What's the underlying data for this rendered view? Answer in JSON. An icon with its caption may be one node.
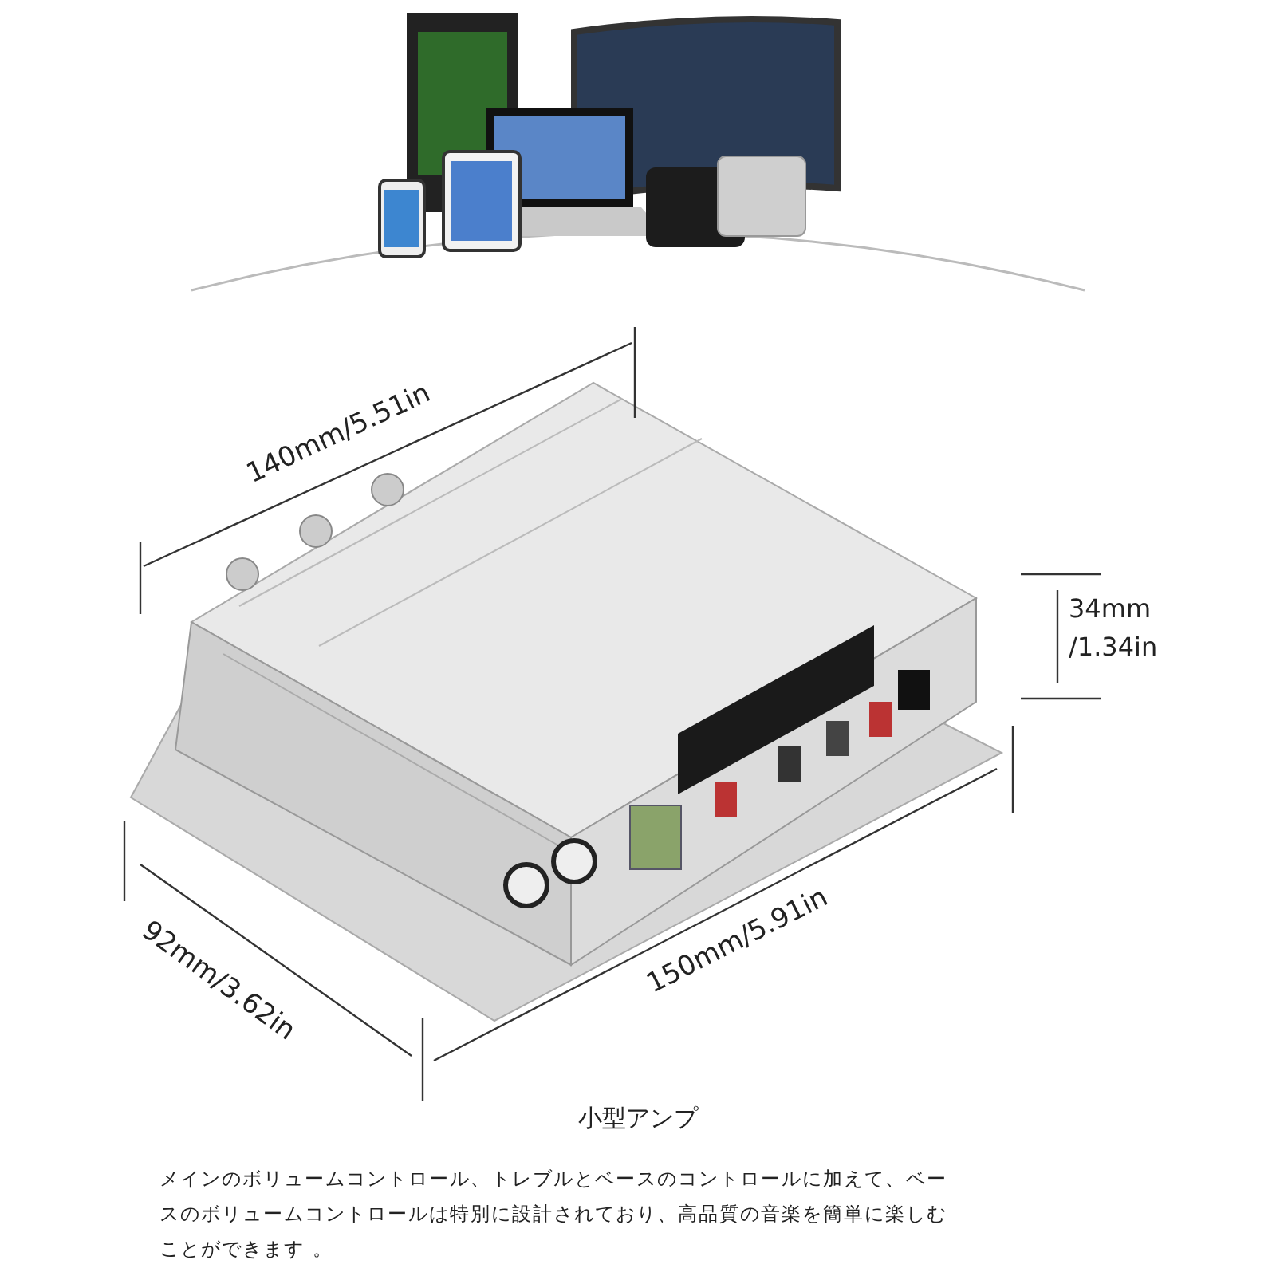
{
  "diagram": {
    "caption": "小型アンプ",
    "labels": [
      "140mm/5.51in",
      "34mm /1.34in",
      "92mm/3.62in",
      "150mm/5.91in",
      "メインのボリュームコントロール、トレブルとベースのコントロールに加えて、ベースのボリュームコントロールは特別に設計されており、高品質の音楽を簡単に楽しむことができます 。"
    ]
  }
}
